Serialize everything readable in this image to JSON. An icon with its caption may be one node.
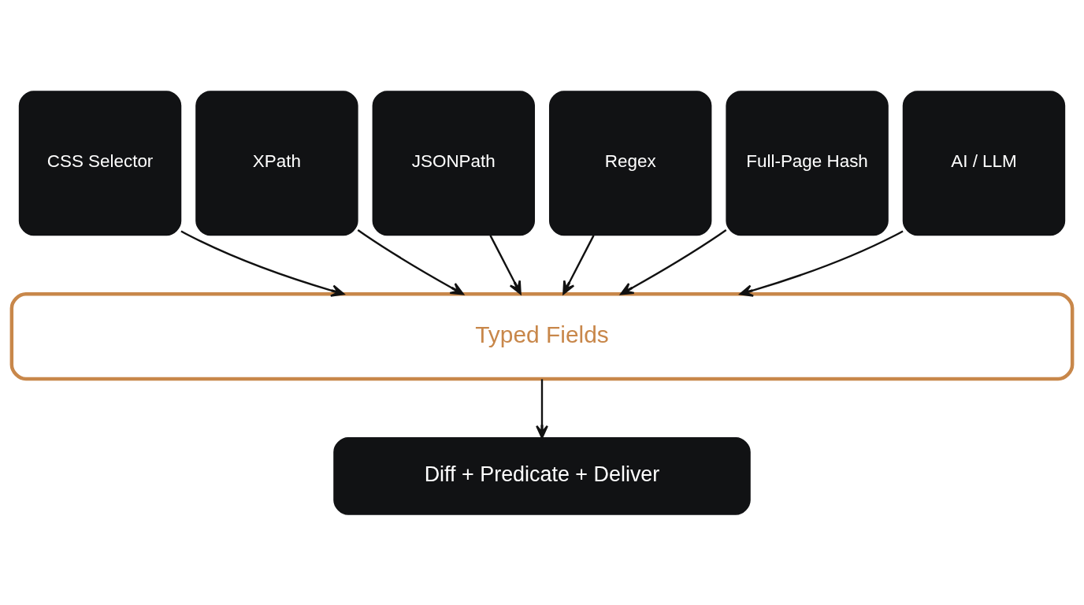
{
  "diagram": {
    "nodes": [
      {
        "text": [
          "CSS Selector"
        ]
      },
      {
        "text": [
          "XPath"
        ]
      },
      {
        "text": [
          "JSONPath"
        ]
      },
      {
        "text": [
          "Regex"
        ]
      },
      {
        "text": [
          "Full-Page Hash"
        ]
      },
      {
        "text": [
          "AI / LLM"
        ]
      },
      {
        "text": [
          "Typed Fields"
        ]
      },
      {
        "text": [
          "Diff + Predicate + Deliver"
        ]
      }
    ],
    "edges": [
      {
        "from": 0,
        "to": 6,
        "arrow": "to"
      },
      {
        "from": 1,
        "to": 6,
        "arrow": "to"
      },
      {
        "from": 2,
        "to": 6,
        "arrow": "to"
      },
      {
        "from": 3,
        "to": 6,
        "arrow": "to"
      },
      {
        "from": 4,
        "to": 6,
        "arrow": "to"
      },
      {
        "from": 5,
        "to": 6,
        "arrow": "to"
      },
      {
        "from": 6,
        "to": 7,
        "arrow": "to"
      }
    ]
  }
}
